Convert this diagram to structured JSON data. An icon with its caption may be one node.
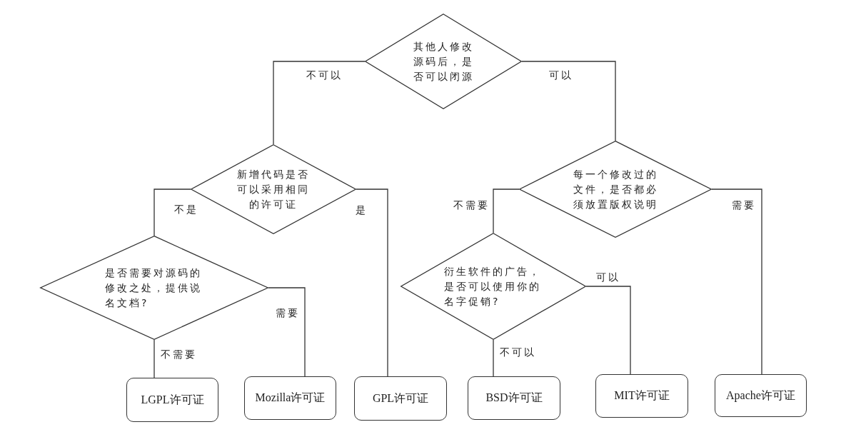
{
  "diagram": {
    "nodes": [
      {
        "text": [
          "其他人修改源码后，是否可以闭源"
        ]
      },
      {
        "text": [
          "新增代码是否可以采用相同的许可证"
        ]
      },
      {
        "text": [
          "每一个修改过的文件，是否都必须放置版权说明"
        ]
      },
      {
        "text": [
          "是否需要对源码的修改之处，提供说名文档?"
        ]
      },
      {
        "text": [
          "衍生软件的广告，是否可以使用你的名字促销?"
        ]
      },
      {
        "text": [
          "LGPL许可证"
        ]
      },
      {
        "text": [
          "Mozilla许可证"
        ]
      },
      {
        "text": [
          "GPL许可证"
        ]
      },
      {
        "text": [
          "BSD许可证"
        ]
      },
      {
        "text": [
          "MIT许可证"
        ]
      },
      {
        "text": [
          "Apache许可证"
        ]
      }
    ],
    "edges": [
      {
        "from": 0,
        "to": 1,
        "arrow": "none",
        "label": "不可以"
      },
      {
        "from": 0,
        "to": 2,
        "arrow": "none",
        "label": "可以"
      },
      {
        "from": 1,
        "to": 3,
        "arrow": "none",
        "label": "不是"
      },
      {
        "from": 1,
        "to": 7,
        "arrow": "none",
        "label": "是"
      },
      {
        "from": 2,
        "to": 4,
        "arrow": "none",
        "label": "不需要"
      },
      {
        "from": 2,
        "to": 10,
        "arrow": "none",
        "label": "需要"
      },
      {
        "from": 3,
        "to": 5,
        "arrow": "none",
        "label": "不需要"
      },
      {
        "from": 3,
        "to": 6,
        "arrow": "none",
        "label": "需要"
      },
      {
        "from": 4,
        "to": 8,
        "arrow": "none",
        "label": "不可以"
      },
      {
        "from": 4,
        "to": 9,
        "arrow": "none",
        "label": "可以"
      }
    ]
  }
}
